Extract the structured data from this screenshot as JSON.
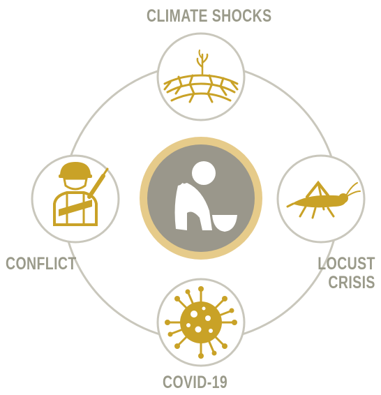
{
  "labels": {
    "climate_shocks": "CLIMATE SHOCKS",
    "conflict": "CONFLICT",
    "locust_line1": "LOCUST",
    "locust_line2": "CRISIS",
    "covid": "COVID-19"
  },
  "icons": {
    "center": "hungry-person-with-bowl-icon",
    "top": "cracked-earth-drought-icon",
    "left": "soldier-with-rifle-icon",
    "right": "locust-icon",
    "bottom": "coronavirus-icon"
  },
  "colors": {
    "ring": "#c9c7bc",
    "gold": "#c9a227",
    "center_fill": "#9a978b",
    "center_ring": "#e6cb8a",
    "label": "#9a9a8a"
  }
}
